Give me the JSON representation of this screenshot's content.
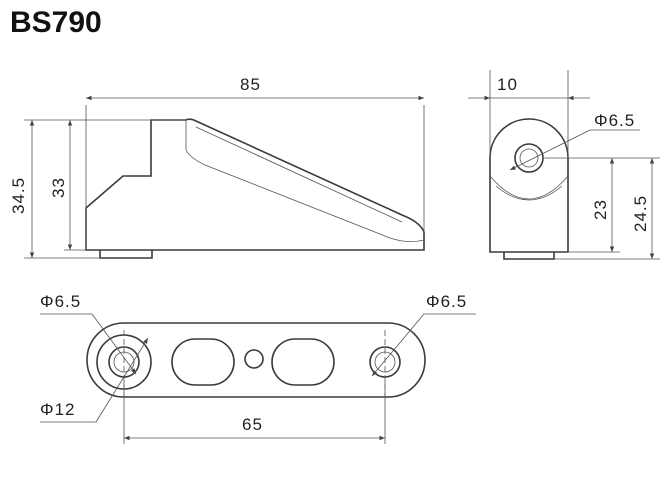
{
  "title": "BS790",
  "dimensions": {
    "side_width": "85",
    "side_height_total": "34.5",
    "side_height": "33",
    "end_width": "10",
    "end_hole": "Φ6.5",
    "end_hole_center": "23",
    "end_height": "24.5",
    "plan_hole_left": "Φ6.5",
    "plan_hole_right": "Φ6.5",
    "plan_boss": "Φ12",
    "plan_center_distance": "65"
  }
}
